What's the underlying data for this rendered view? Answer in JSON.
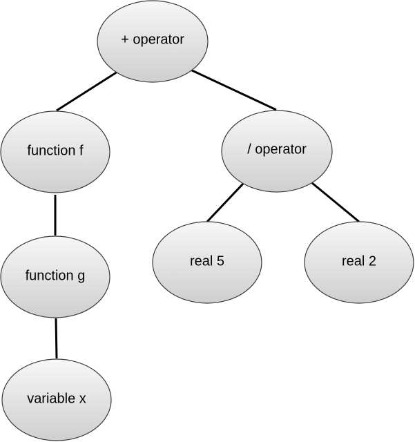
{
  "diagram": {
    "nodes": {
      "plus_operator": {
        "label": "+ operator"
      },
      "function_f": {
        "label": "function f"
      },
      "function_g": {
        "label": "function g"
      },
      "variable_x": {
        "label": "variable x"
      },
      "div_operator": {
        "label": "/ operator"
      },
      "real_5": {
        "label": "real 5"
      },
      "real_2": {
        "label": "real 2"
      }
    },
    "edges": [
      {
        "from": "+ operator",
        "to": "function f"
      },
      {
        "from": "+ operator",
        "to": "/ operator"
      },
      {
        "from": "function f",
        "to": "function g"
      },
      {
        "from": "function g",
        "to": "variable x"
      },
      {
        "from": "/ operator",
        "to": "real 5"
      },
      {
        "from": "/ operator",
        "to": "real 2"
      }
    ],
    "colors": {
      "node_fill_top": "#f7f7f7",
      "node_fill_bottom": "#cfcfcf",
      "node_stroke": "#3a3a3a",
      "edge": "#000000",
      "text": "#000000",
      "background": "#ffffff"
    }
  }
}
